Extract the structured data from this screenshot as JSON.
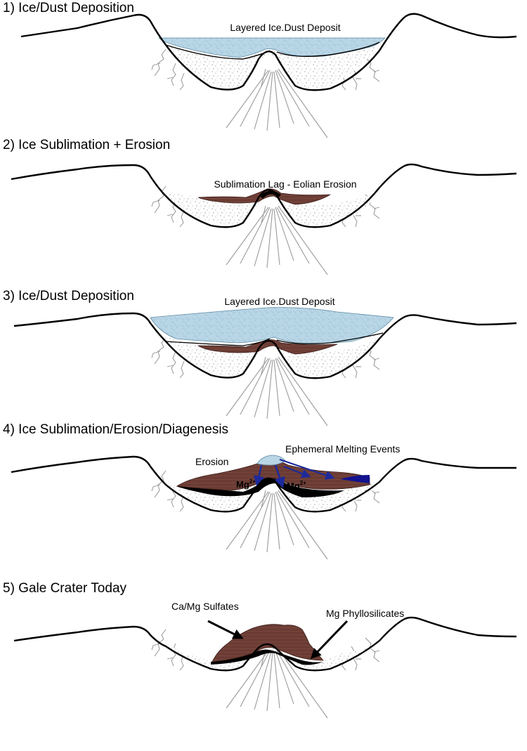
{
  "colors": {
    "ice": "#b9d6e6",
    "ice_edge": "#8fb4c9",
    "sediment": "#6b3c34",
    "sediment_dark": "#4a2520",
    "fill_speckle": "#ececec",
    "melt": "#13138f",
    "arrow": "#1d2a9c"
  },
  "panels": [
    {
      "title": "1) Ice/Dust Deposition",
      "labels": [
        "Layered Ice.Dust Deposit"
      ]
    },
    {
      "title": "2) Ice Sublimation + Erosion",
      "labels": [
        "Sublimation Lag - Eolian Erosion"
      ]
    },
    {
      "title": "3) Ice/Dust Deposition",
      "labels": [
        "Layered Ice.Dust Deposit"
      ]
    },
    {
      "title": "4) Ice Sublimation/Erosion/Diagenesis",
      "labels": [
        "Erosion",
        "Ephemeral Melting Events"
      ],
      "ions": [
        {
          "text": "Mg",
          "charge": "2+"
        },
        {
          "text": "Mg",
          "charge": "2+"
        }
      ]
    },
    {
      "title": "5) Gale Crater Today",
      "labels": [
        "Ca/Mg Sulfates",
        "Mg Phyllosilicates"
      ]
    }
  ]
}
